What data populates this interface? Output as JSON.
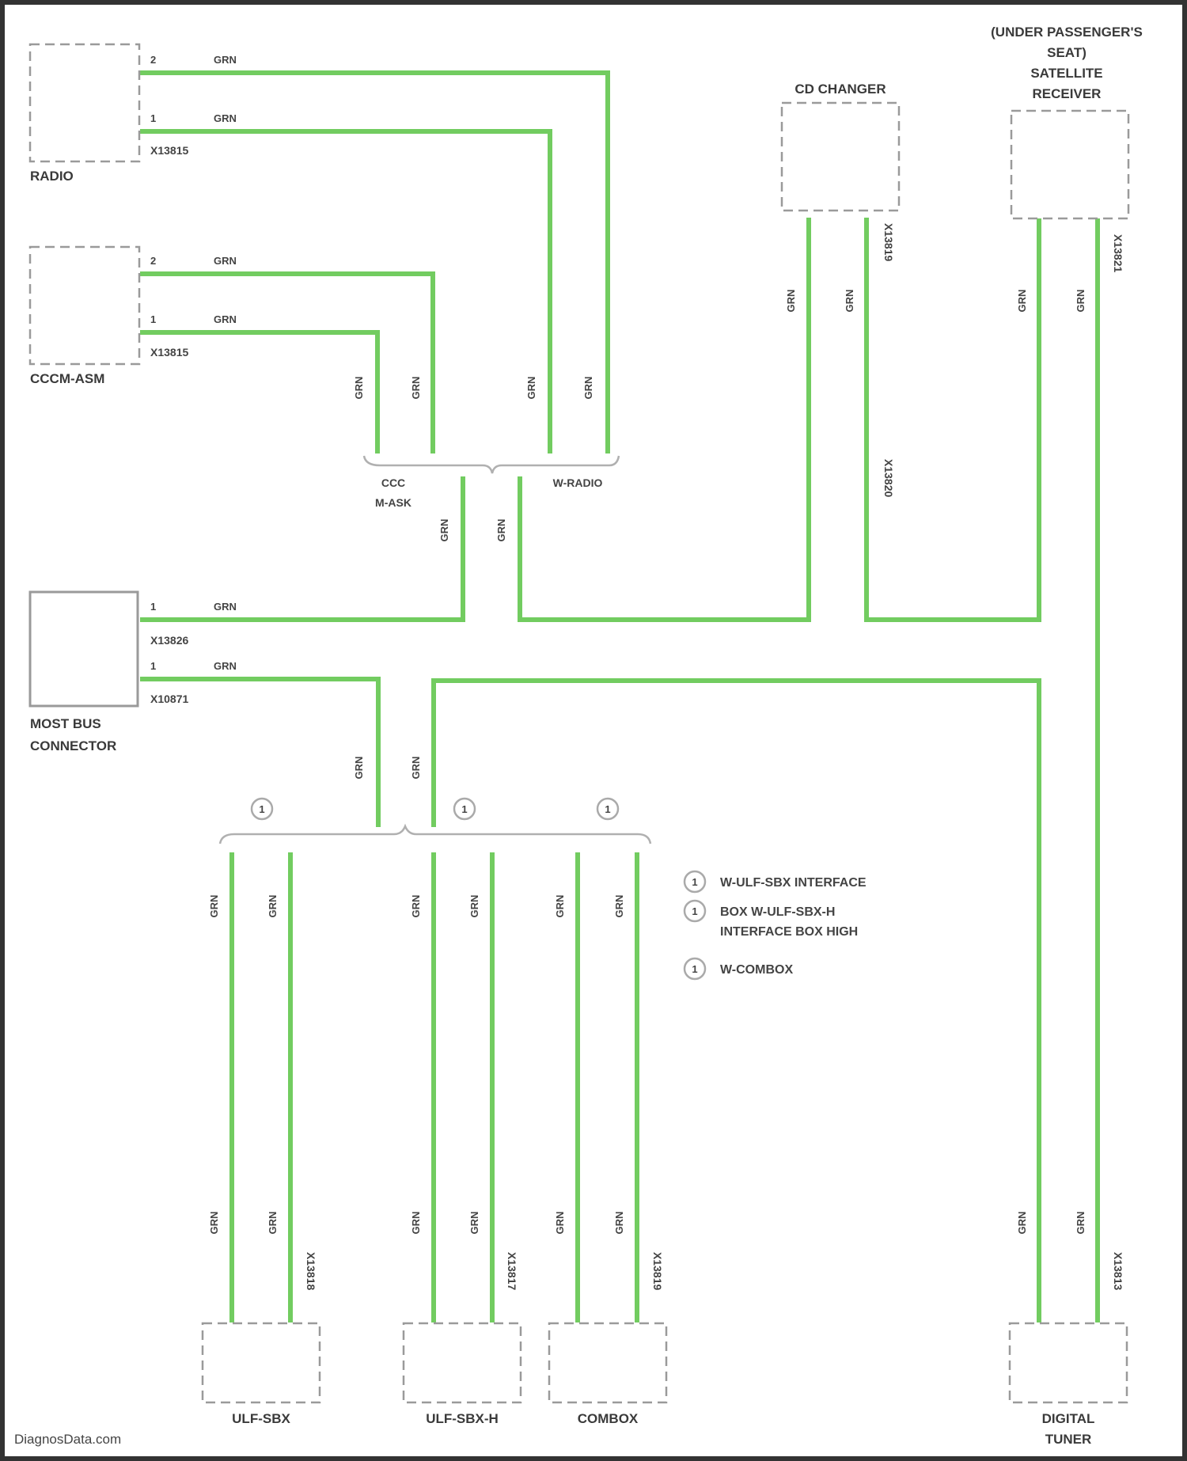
{
  "wire_color": "GRN",
  "colors": {
    "wire": "#72cc60",
    "box": "#9a9a9a",
    "text": "#3a3a3a"
  },
  "components": {
    "radio": "RADIO",
    "cccm_asm": "CCCM-ASM",
    "most_bus_connector_1": "MOST BUS",
    "most_bus_connector_2": "CONNECTOR",
    "cd_changer": "CD CHANGER",
    "satellite_1": "(UNDER PASSENGER'S",
    "satellite_2": "SEAT)",
    "satellite_3": "SATELLITE",
    "satellite_4": "RECEIVER",
    "ulf_sbx": "ULF-SBX",
    "ulf_sbx_h": "ULF-SBX-H",
    "combox": "COMBOX",
    "digital_tuner_1": "DIGITAL",
    "digital_tuner_2": "TUNER"
  },
  "connectors": {
    "radio": "X13815",
    "cccm": "X13815",
    "most_1": "X13826",
    "most_2": "X10871",
    "cd_upper": "X13819",
    "cd_lower": "X13820",
    "sat": "X13821",
    "ulf_sbx": "X13818",
    "ulf_sbx_h": "X13817",
    "combox": "X13819",
    "tuner": "X13813"
  },
  "pins": {
    "radio_top": "2",
    "radio_bottom": "1",
    "cccm_top": "2",
    "cccm_bottom": "1",
    "most_top": "1",
    "most_bottom": "1"
  },
  "splices": {
    "left_1": "CCC",
    "left_2": "M-ASK",
    "right": "W-RADIO"
  },
  "legend": {
    "marker": "1",
    "item1": "W-ULF-SBX INTERFACE",
    "item2_line1": "BOX W-ULF-SBX-H",
    "item2_line2": "INTERFACE BOX HIGH",
    "item3": "W-COMBOX"
  },
  "watermark": "DiagnosData.com"
}
